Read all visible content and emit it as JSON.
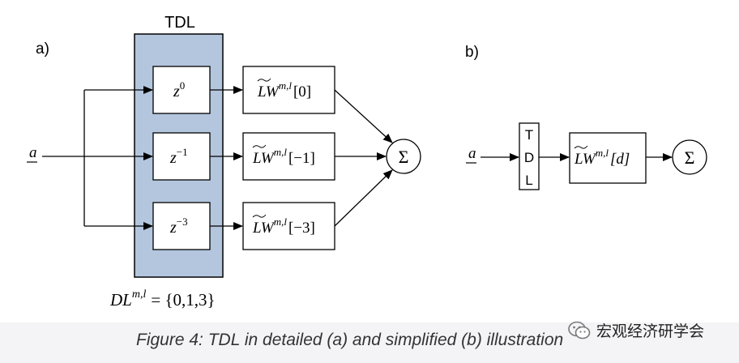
{
  "colors": {
    "tdl_fill": "#b4c6de",
    "stroke": "#000000",
    "caption": "#333333"
  },
  "panel_a": {
    "label": "a)",
    "tdl_title": "TDL",
    "input_symbol": "a",
    "delays": [
      {
        "base": "z",
        "exp": "0"
      },
      {
        "base": "z",
        "exp": "−1"
      },
      {
        "base": "z",
        "exp": "−3"
      }
    ],
    "weights": [
      {
        "sym": "LW",
        "sup": "m,l",
        "idx": "[0]"
      },
      {
        "sym": "LW",
        "sup": "m,l",
        "idx": "[−1]"
      },
      {
        "sym": "LW",
        "sup": "m,l",
        "idx": "[−3]"
      }
    ],
    "sum_symbol": "Σ",
    "dl": {
      "sym": "DL",
      "sup": "m,l",
      "rhs": "= {0,1,3}"
    }
  },
  "panel_b": {
    "label": "b)",
    "input_symbol": "a",
    "tdl_letters": [
      "T",
      "D",
      "L"
    ],
    "weight": {
      "sym": "LW",
      "sup": "m,l",
      "idx": "[d]"
    },
    "sum_symbol": "Σ"
  },
  "caption": "Figure 4: TDL in detailed (a) and simplified (b) illustration",
  "watermark": {
    "text": "宏观经济研学会",
    "icon": "wechat-icon"
  }
}
